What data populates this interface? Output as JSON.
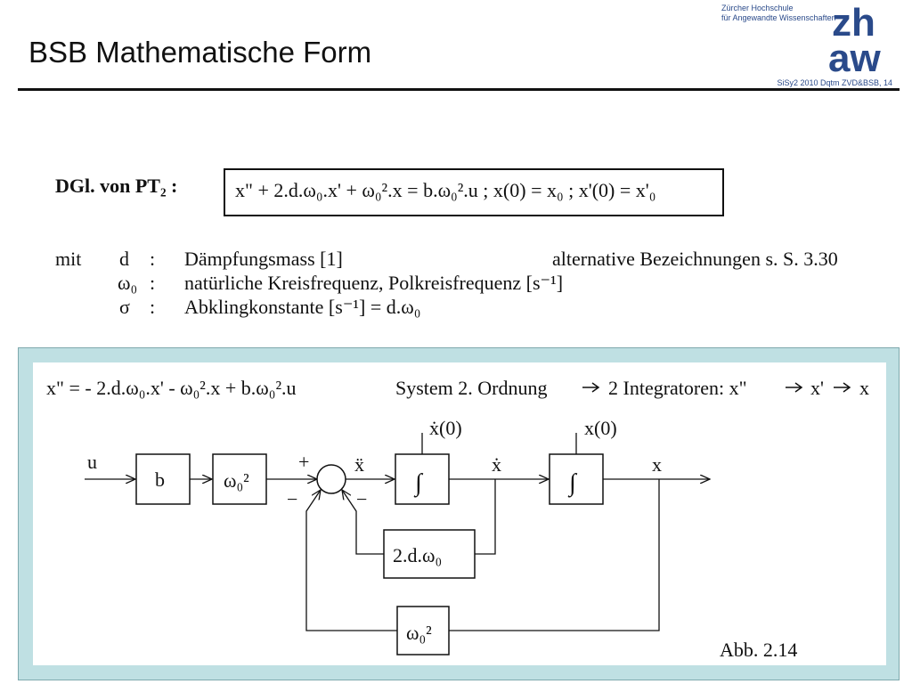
{
  "header": {
    "title": "BSB Mathematische Form",
    "institution_line1": "Zürcher Hochschule",
    "institution_line2": "für Angewandte Wissenschaften",
    "slide_ref": "SiSy2 2010 Dqtm ZVD&BSB, 14",
    "logo_top": "zh",
    "logo_bottom": "aw",
    "logo_color": "#2a4a8a"
  },
  "definition": {
    "label": "DGl. von PT₂ :",
    "equation": "x\" + 2.d.ω₀.x' + ω₀².x = b.ω₀².u   ;   x(0) = x₀ ; x'(0) = x'₀"
  },
  "legend": {
    "mit": "mit",
    "rows": [
      {
        "symbol": "d",
        "colon": ":",
        "text": "Dämpfungsmass [1]"
      },
      {
        "symbol": "ω₀",
        "colon": ":",
        "text": "natürliche Kreisfrequenz, Polkreisfrequenz [s⁻¹]"
      },
      {
        "symbol": "σ",
        "colon": ":",
        "text": "Abklingkonstante [s⁻¹] = d.ω₀"
      }
    ],
    "note": "alternative Bezeichnungen s. S. 3.30"
  },
  "diagram": {
    "equation": "x\" = - 2.d.ω₀.x' - ω₀².x + b.ω₀².u",
    "system_prefix": "System 2. Ordnung",
    "system_integrators": "2 Integratoren: x\"",
    "system_x1": "x'",
    "system_x": "x",
    "input_label": "u",
    "block_b": "b",
    "block_w2": "ω₀²",
    "sign_plus": "+",
    "sign_minus_left": "−",
    "sign_minus_right": "−",
    "xdd_label": "ẍ",
    "int1_ic": "ẋ(0)",
    "integral": "∫",
    "xd_label": "ẋ",
    "int2_ic": "x(0)",
    "x_label": "x",
    "fb1_block": "2.d.ω₀",
    "fb2_block": "ω₀²",
    "figure_caption": "Abb. 2.14"
  }
}
